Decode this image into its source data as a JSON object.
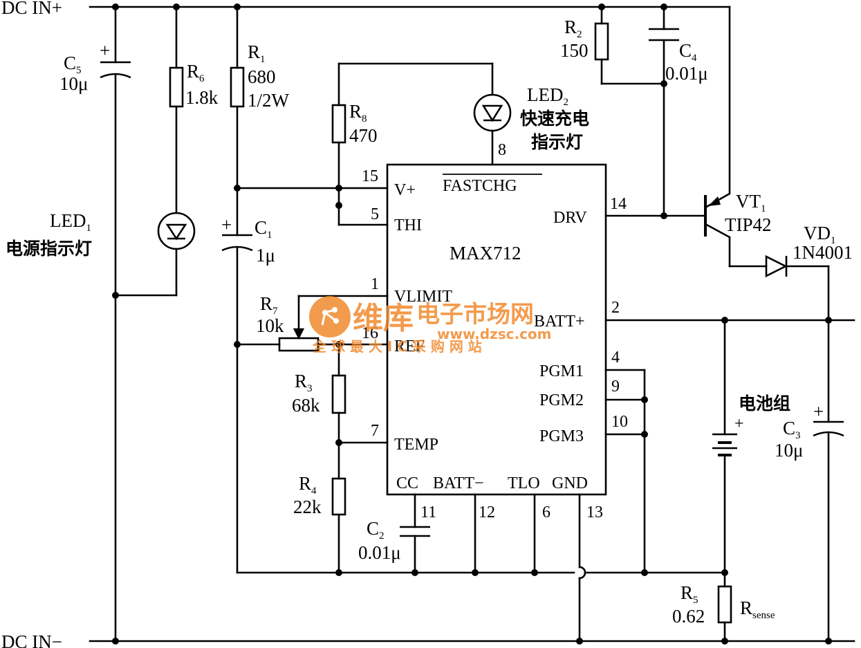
{
  "rails": {
    "top": "DC IN+",
    "bottom": "DC IN−"
  },
  "ic": {
    "name": "MAX712",
    "pins_left": [
      {
        "num": "15",
        "name": "V+"
      },
      {
        "num": "5",
        "name": "THI"
      },
      {
        "num": "1",
        "name": "VLIMIT"
      },
      {
        "num": "16",
        "name": "REF"
      },
      {
        "num": "7",
        "name": "TEMP"
      }
    ],
    "pin_top": {
      "num": "8",
      "name": "FASTCHG"
    },
    "pins_right": [
      {
        "num": "14",
        "name": "DRV"
      },
      {
        "num": "2",
        "name": "BATT+"
      },
      {
        "num": "4",
        "name": "PGM1"
      },
      {
        "num": "9",
        "name": "PGM2"
      },
      {
        "num": "10",
        "name": "PGM3"
      }
    ],
    "pins_bottom": [
      {
        "num": "11",
        "name": "CC"
      },
      {
        "num": "12",
        "name": "BATT−"
      },
      {
        "num": "6",
        "name": "TLO"
      },
      {
        "num": "13",
        "name": "GND"
      }
    ]
  },
  "components": {
    "C5": {
      "ref": "C",
      "sub": "5",
      "value": "10μ"
    },
    "R6": {
      "ref": "R",
      "sub": "6",
      "value": "1.8k"
    },
    "R1": {
      "ref": "R",
      "sub": "1",
      "value": "680",
      "value2": "1/2W"
    },
    "R8": {
      "ref": "R",
      "sub": "8",
      "value": "470"
    },
    "C1": {
      "ref": "C",
      "sub": "1",
      "value": "1μ"
    },
    "R7": {
      "ref": "R",
      "sub": "7",
      "value": "10k"
    },
    "R3": {
      "ref": "R",
      "sub": "3",
      "value": "68k"
    },
    "R4": {
      "ref": "R",
      "sub": "4",
      "value": "22k"
    },
    "C2": {
      "ref": "C",
      "sub": "2",
      "value": "0.01μ"
    },
    "R2": {
      "ref": "R",
      "sub": "2",
      "value": "150"
    },
    "C4": {
      "ref": "C",
      "sub": "4",
      "value": "0.01μ"
    },
    "VT1": {
      "ref": "VT",
      "sub": "1",
      "value": "TIP42"
    },
    "VD1": {
      "ref": "VD",
      "sub": "1",
      "value": "1N4001"
    },
    "C3": {
      "ref": "C",
      "sub": "3",
      "value": "10μ"
    },
    "R5": {
      "ref": "R",
      "sub": "5",
      "value": "0.62",
      "extra": "R",
      "extra_sub": "sense"
    },
    "LED1": {
      "ref": "LED",
      "sub": "1",
      "desc": "电源指示灯"
    },
    "LED2": {
      "ref": "LED",
      "sub": "2",
      "desc1": "快速充电",
      "desc2": "指示灯"
    },
    "battery": {
      "label": "电池组"
    }
  },
  "watermark": {
    "brand": "维库",
    "name": "电子市场网",
    "url": "www.dzsc.com",
    "slogan": "全 球 最 大 I C 采 购 网 站",
    "color": "#f08a2e"
  }
}
